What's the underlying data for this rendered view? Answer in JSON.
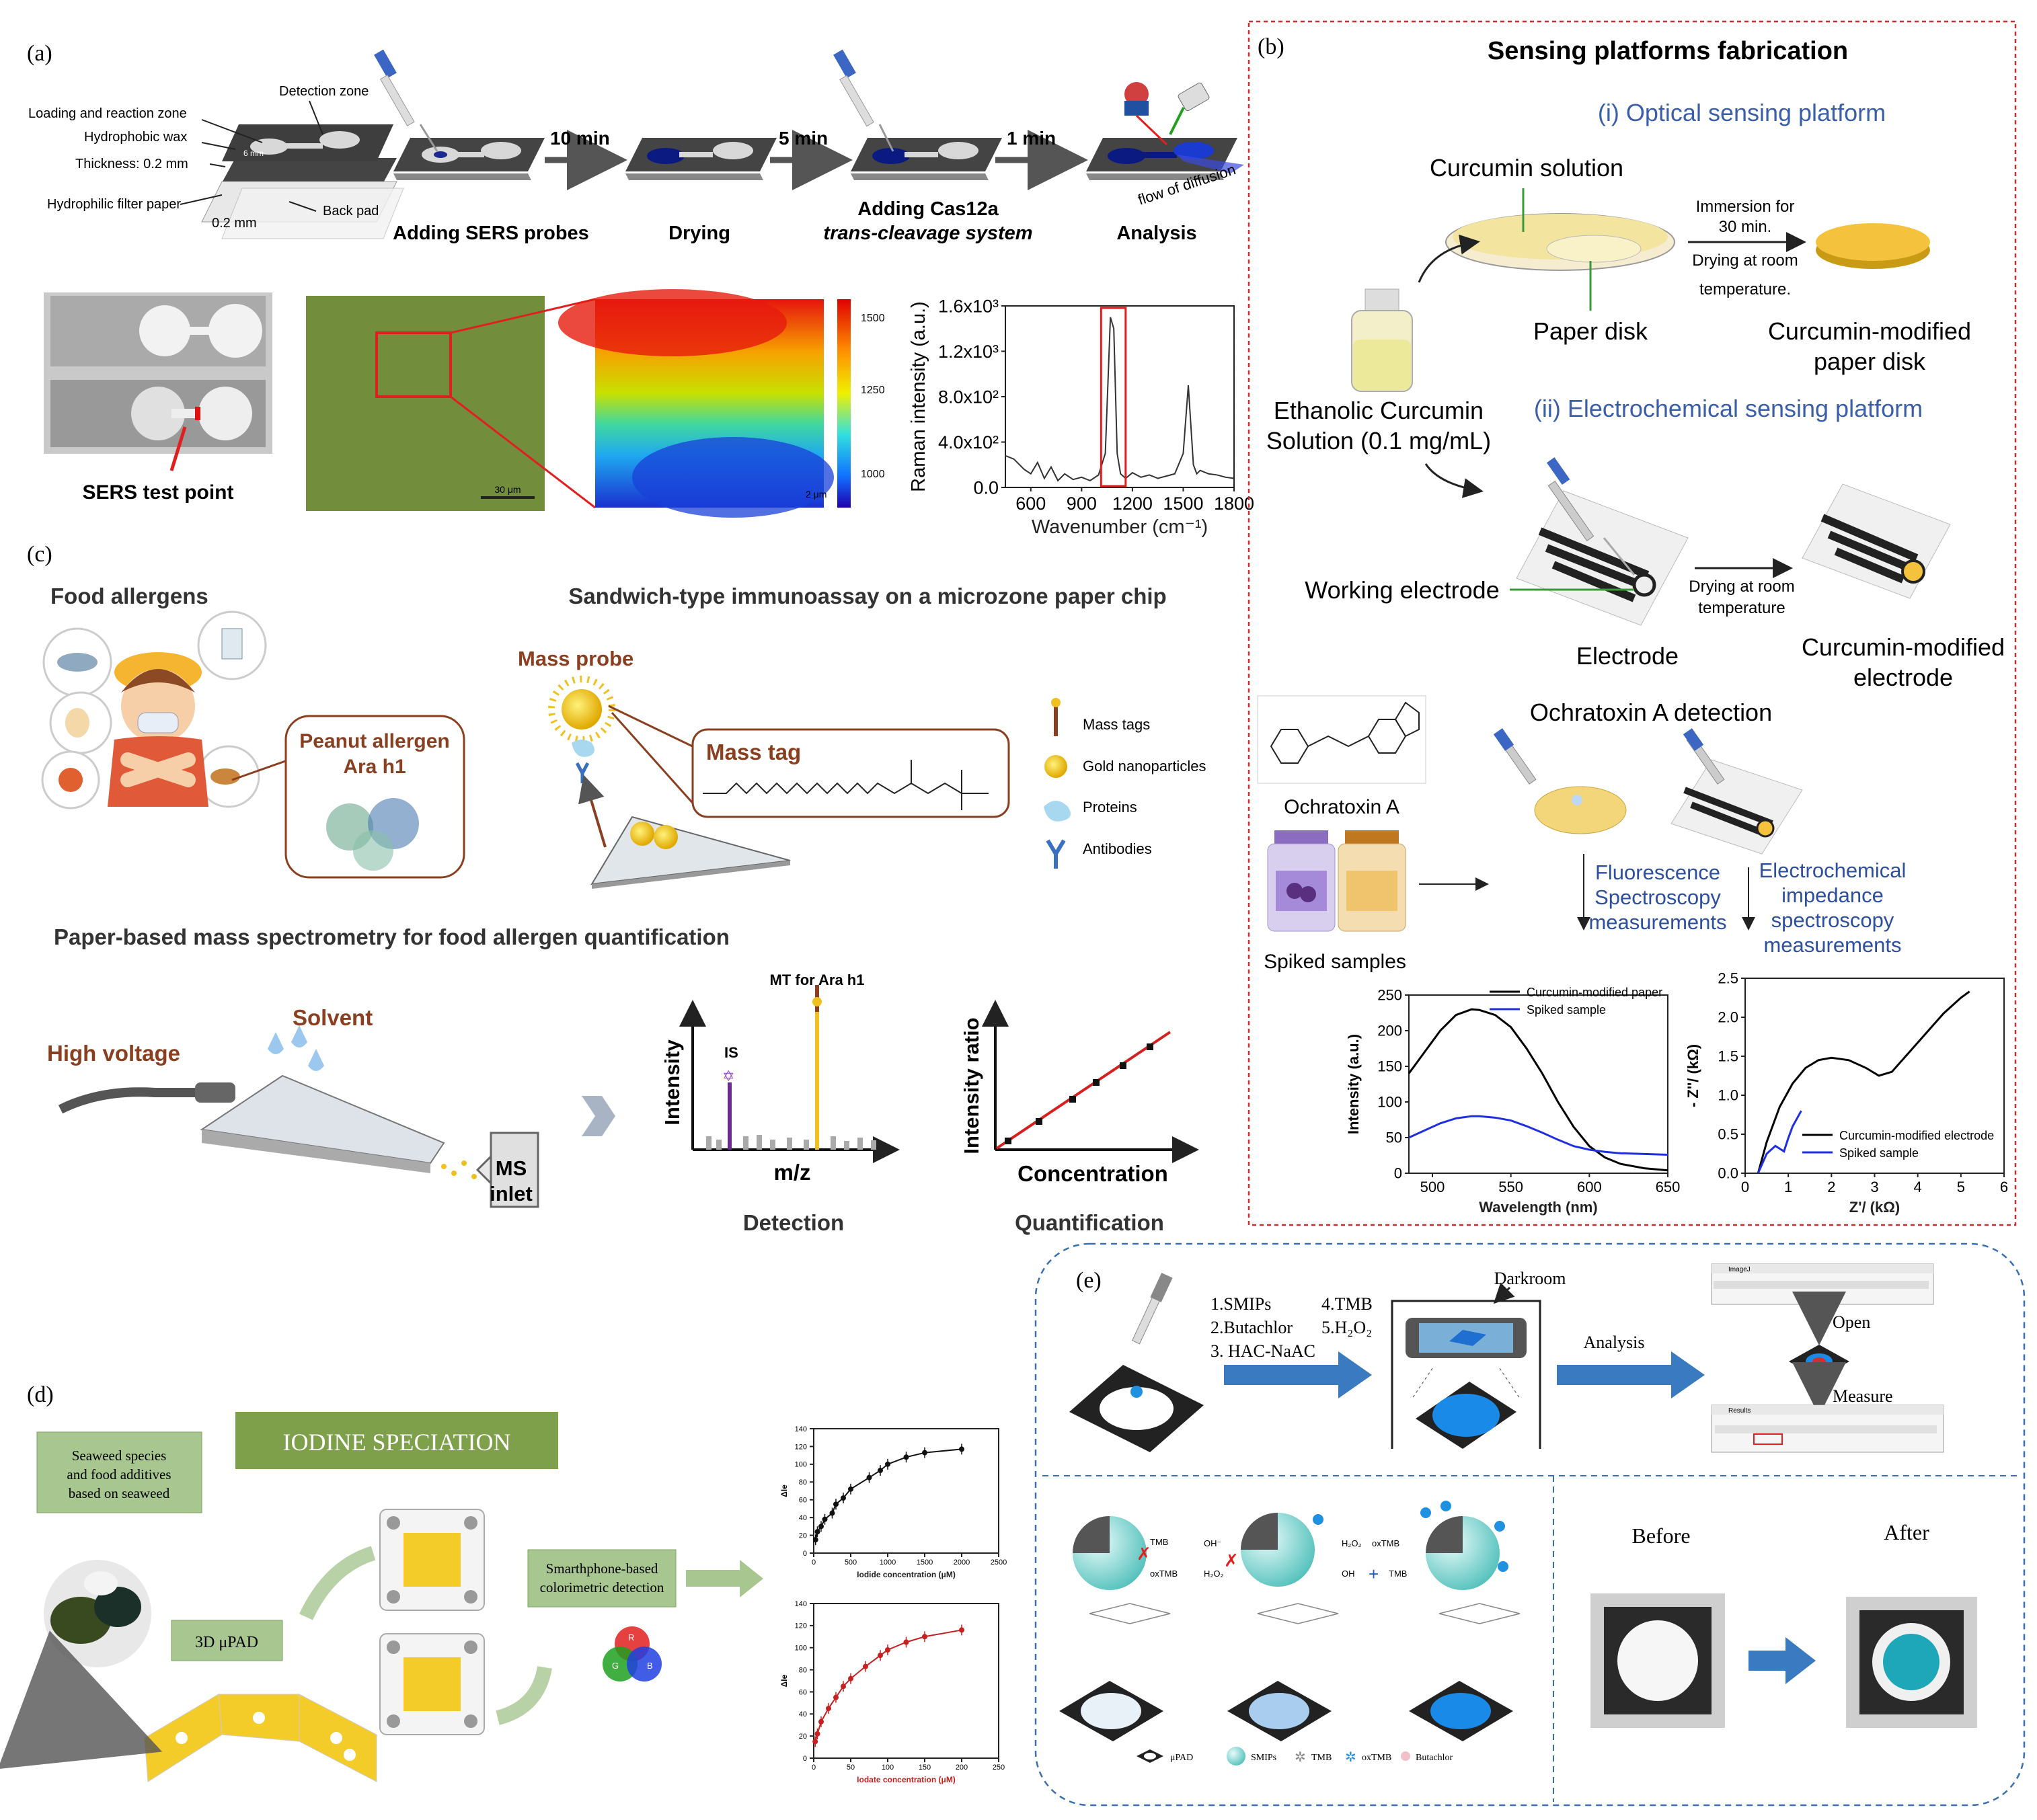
{
  "panel_labels": {
    "a": "(a)",
    "b": "(b)",
    "c": "(c)",
    "d": "(d)",
    "e": "(e)"
  },
  "panel_a": {
    "device_labels": {
      "detection_zone": "Detection zone",
      "loading_zone": "Loading and reaction zone",
      "wax": "Hydrophobic wax",
      "thickness": "Thickness: 0.2 mm",
      "filter_paper": "Hydrophilic filter paper",
      "back_pad": "Back pad",
      "dim_02": "0.2 mm",
      "dim_6": "6 mm"
    },
    "steps": [
      "Adding SERS probes",
      "Drying",
      "Adding Cas12a",
      "trans-cleavage system",
      "Analysis"
    ],
    "times": [
      "10 min",
      "5 min",
      "1 min"
    ],
    "flow_label": "flow of diffusion",
    "sers_point": "SERS test point",
    "scale_30": "30 μm",
    "scale_2": "2 μm",
    "colorbar_ticks": [
      "1500",
      "1250",
      "1000"
    ]
  },
  "panel_a_spectrum": {
    "type": "line",
    "ylabel": "Raman intensity (a.u.)",
    "xlabel": "Wavenumber (cm⁻¹)",
    "xticks": [
      "600",
      "900",
      "1200",
      "1500",
      "1800"
    ],
    "yticks": [
      "0.0",
      "4.0x10²",
      "8.0x10²",
      "1.2x10³",
      "1.6x10³"
    ],
    "xlim": [
      450,
      1800
    ],
    "ylim": [
      0,
      1600
    ],
    "x": [
      450,
      500,
      560,
      600,
      640,
      680,
      720,
      760,
      800,
      850,
      900,
      950,
      1000,
      1040,
      1070,
      1090,
      1110,
      1130,
      1160,
      1200,
      1250,
      1300,
      1350,
      1400,
      1450,
      1500,
      1530,
      1560,
      1580,
      1600,
      1650,
      1700,
      1750,
      1800
    ],
    "y": [
      280,
      250,
      160,
      120,
      220,
      80,
      180,
      60,
      120,
      70,
      90,
      60,
      110,
      300,
      1500,
      1400,
      300,
      120,
      80,
      130,
      90,
      110,
      80,
      100,
      120,
      300,
      900,
      200,
      120,
      150,
      120,
      110,
      90,
      80
    ]
  },
  "panel_b": {
    "title": "Sensing platforms fabrication",
    "optical": "(i) Optical sensing platform",
    "curcumin_solution": "Curcumin solution",
    "immersion": "Immersion for",
    "immersion2": "30 min.",
    "drying1": "Drying at room",
    "drying2": "temperature.",
    "paper_disk": "Paper disk",
    "mod_disk1": "Curcumin-modified",
    "mod_disk2": "paper disk",
    "ethanolic1": "Ethanolic Curcumin",
    "ethanolic2": "Solution (0.1 mg/mL)",
    "electro": "(ii) Electrochemical sensing platform",
    "working": "Working electrode",
    "drying_e1": "Drying at room",
    "drying_e2": "temperature",
    "electrode": "Electrode",
    "mod_el1": "Curcumin-modified",
    "mod_el2": "electrode",
    "ochra_det": "Ochratoxin A detection",
    "ochra": "Ochratoxin A",
    "spiked": "Spiked samples",
    "fluor1": "Fluorescence",
    "fluor2": "Spectroscopy",
    "fluor3": "measurements",
    "eis1": "Electrochemical",
    "eis2": "impedance",
    "eis3": "spectroscopy",
    "eis4": "measurements"
  },
  "panel_b_fluor": {
    "type": "line",
    "ylabel": "Intensity (a.u.)",
    "xlabel": "Wavelength (nm)",
    "xlim": [
      485,
      650
    ],
    "ylim": [
      0,
      250
    ],
    "xticks": [
      "500",
      "550",
      "600",
      "650"
    ],
    "yticks": [
      "0",
      "50",
      "100",
      "150",
      "200",
      "250"
    ],
    "series": [
      {
        "name": "Curcumin-modified paper",
        "color": "#000000",
        "x": [
          485,
          495,
          505,
          515,
          525,
          530,
          540,
          550,
          560,
          570,
          580,
          590,
          600,
          610,
          620,
          635,
          650
        ],
        "y": [
          140,
          170,
          200,
          222,
          230,
          229,
          222,
          205,
          175,
          140,
          100,
          65,
          38,
          22,
          13,
          7,
          4
        ]
      },
      {
        "name": "Spiked sample",
        "color": "#1f2fe0",
        "x": [
          485,
          495,
          505,
          515,
          525,
          530,
          540,
          550,
          560,
          570,
          580,
          590,
          600,
          610,
          620,
          635,
          650
        ],
        "y": [
          50,
          60,
          70,
          77,
          80,
          80,
          78,
          74,
          66,
          57,
          47,
          38,
          33,
          30,
          28,
          27,
          26
        ]
      }
    ]
  },
  "panel_b_nyquist": {
    "type": "line",
    "ylabel": "- Z''/ (kΩ)",
    "xlabel": "Z'/ (kΩ)",
    "xlim": [
      0,
      6
    ],
    "ylim": [
      0,
      2.5
    ],
    "xticks": [
      "0",
      "1",
      "2",
      "3",
      "4",
      "5",
      "6"
    ],
    "yticks": [
      "0.0",
      "0.5",
      "1.0",
      "1.5",
      "2.0",
      "2.5"
    ],
    "series": [
      {
        "name": "Curcumin-modified electrode",
        "color": "#000000",
        "x": [
          0.3,
          0.5,
          0.8,
          1.1,
          1.4,
          1.7,
          2.0,
          2.4,
          2.8,
          3.1,
          3.4,
          3.8,
          4.2,
          4.6,
          5.0,
          5.2
        ],
        "y": [
          0.0,
          0.4,
          0.85,
          1.15,
          1.35,
          1.45,
          1.48,
          1.45,
          1.35,
          1.25,
          1.3,
          1.55,
          1.8,
          2.05,
          2.25,
          2.33
        ]
      },
      {
        "name": "Spiked sample",
        "color": "#1f2fe0",
        "x": [
          0.3,
          0.5,
          0.7,
          0.9,
          1.0,
          1.1,
          1.2,
          1.3
        ],
        "y": [
          0.0,
          0.25,
          0.35,
          0.28,
          0.45,
          0.6,
          0.7,
          0.8
        ]
      }
    ]
  },
  "panel_c": {
    "food_allergens": "Food allergens",
    "sandwich": "Sandwich-type  immunoassay  on a microzone paper chip",
    "peanut1": "Peanut allergen",
    "peanut2": "Ara h1",
    "mass_probe": "Mass probe",
    "mass_tag": "Mass tag",
    "legend": [
      "Mass tags",
      "Gold nanoparticles",
      "Proteins",
      "Antibodies"
    ],
    "paper_ms": "Paper-based mass spectrometry for food allergen quantification",
    "high_voltage": "High voltage",
    "solvent": "Solvent",
    "ms1": "MS",
    "ms2": "inlet",
    "mt_label": "MT for Ara h1",
    "is_label": "IS",
    "intensity": "Intensity",
    "mz": "m/z",
    "detection": "Detection",
    "intensity_ratio": "Intensity ratio",
    "concentration": "Concentration",
    "quantification": "Quantification"
  },
  "panel_d": {
    "seaweed1": "Seaweed species",
    "seaweed2": "and food additives",
    "seaweed3": "based on seaweed",
    "iodine": "IODINE SPECIATION",
    "upad": "3D μPAD",
    "smart1": "Smarthphone-based",
    "smart2": "colorimetric detection",
    "rgb": [
      "R",
      "G",
      "B"
    ]
  },
  "panel_d_charts": [
    {
      "type": "line",
      "ylabel": "ΔIe",
      "xlabel": "Iodide concentration (μM)",
      "xlim": [
        0,
        2500
      ],
      "ylim": [
        0,
        140
      ],
      "xticks": [
        "0",
        "500",
        "1000",
        "1500",
        "2000",
        "2500"
      ],
      "yticks": [
        "0",
        "20",
        "40",
        "60",
        "80",
        "100",
        "120",
        "140"
      ],
      "color": "#111111",
      "x": [
        25,
        50,
        100,
        150,
        250,
        300,
        400,
        500,
        750,
        900,
        1000,
        1250,
        1500,
        2000
      ],
      "y": [
        15,
        24,
        30,
        38,
        45,
        55,
        62,
        72,
        85,
        93,
        100,
        108,
        113,
        117
      ]
    },
    {
      "type": "line",
      "ylabel": "ΔIe",
      "xlabel": "Iodate concentration (μM)",
      "xlim": [
        0,
        250
      ],
      "ylim": [
        0,
        140
      ],
      "xticks": [
        "0",
        "50",
        "100",
        "150",
        "200",
        "250"
      ],
      "yticks": [
        "0",
        "20",
        "40",
        "60",
        "80",
        "100",
        "120",
        "140"
      ],
      "color": "#c62020",
      "x": [
        2,
        5,
        10,
        20,
        30,
        40,
        50,
        70,
        90,
        100,
        125,
        150,
        200
      ],
      "y": [
        15,
        22,
        33,
        45,
        55,
        65,
        72,
        83,
        93,
        98,
        105,
        110,
        116
      ]
    }
  ],
  "panel_e": {
    "reagents1": [
      "1.SMIPs",
      "2.Butachlor",
      "3. HAC-NaAC"
    ],
    "reagents2": [
      "4.TMB",
      "5.H₂O₂"
    ],
    "darkroom": "Darkroom",
    "analysis": "Analysis",
    "open": "Open",
    "measure": "Measure",
    "imagej": "ImageJ",
    "results": "Results",
    "before": "Before",
    "after": "After",
    "legend": [
      "μPAD",
      "SMIPs",
      "TMB",
      "oxTMB",
      "Butachlor"
    ],
    "chem": {
      "tmb": "TMB",
      "oxtmb": "oxTMB",
      "oh": "OH⁻",
      "h2o2": "H₂O₂",
      "h2o2b": "H₂O₂",
      "oxtmb2": "oxTMB",
      "oh2": "OH",
      "tmb2": "TMB"
    }
  }
}
